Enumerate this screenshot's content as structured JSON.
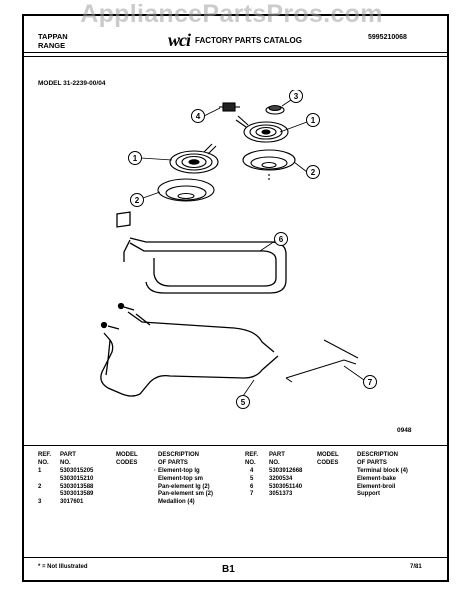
{
  "watermark": "AppliancePartsPros.com",
  "header": {
    "brand_line1": "TAPPAN",
    "brand_line2": "RANGE",
    "logo": "wci",
    "catalog_title": "FACTORY PARTS CATALOG",
    "catalog_number": "5995210068"
  },
  "model_label": "MODEL 31-2239-00/04",
  "diagram": {
    "callouts": [
      "1",
      "2",
      "3",
      "4",
      "5",
      "6",
      "7"
    ],
    "code": "0948"
  },
  "table_headers": {
    "ref_no": [
      "REF.",
      "NO."
    ],
    "part_no": [
      "PART",
      "NO."
    ],
    "model_codes": [
      "MODEL",
      "CODES"
    ],
    "description": [
      "DESCRIPTION",
      "OF PARTS"
    ]
  },
  "table_left": {
    "refs": [
      "1",
      "",
      "2",
      "",
      "3"
    ],
    "parts": [
      "5303015205",
      "5303015210",
      "5303013588",
      "5303013589",
      "3017601"
    ],
    "codes": [
      "·",
      "",
      "",
      "",
      ""
    ],
    "descriptions": [
      "Element-top lg",
      "Element-top sm",
      "Pan-element lg (2)",
      "Pan-element sm (2)",
      "Medallion (4)"
    ]
  },
  "table_right": {
    "refs": [
      "4",
      "5",
      "6",
      "7"
    ],
    "parts": [
      "5303912668",
      "3200534",
      "5303051140",
      "3051373"
    ],
    "codes": [
      "",
      "",
      "",
      ""
    ],
    "descriptions": [
      "Terminal block (4)",
      "Element-bake",
      "Element-broil",
      "Support"
    ]
  },
  "footer": {
    "note": "* = Not Illustrated",
    "page": "B1",
    "date": "7/81"
  }
}
